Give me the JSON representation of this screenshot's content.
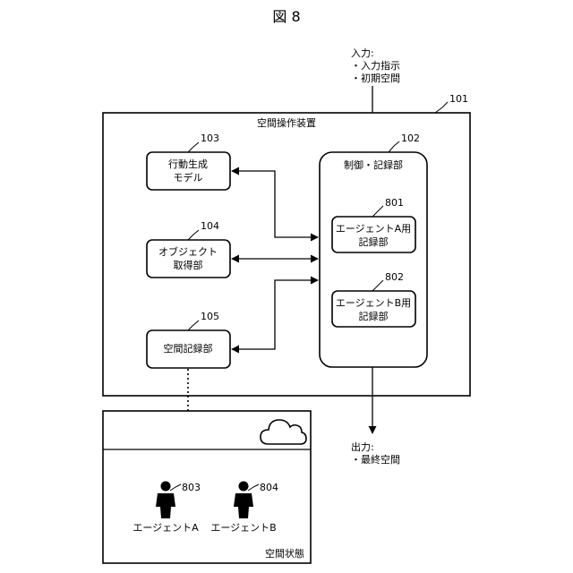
{
  "figure_title": "図 8",
  "input": {
    "label": "入力:",
    "items": [
      "・入力指示",
      "・初期空間"
    ]
  },
  "output": {
    "label": "出力:",
    "items": [
      "・最終空間"
    ]
  },
  "device": {
    "ref": "101",
    "title": "空間操作装置"
  },
  "controller": {
    "ref": "102",
    "title": "制御・記録部"
  },
  "recorder_a": {
    "ref": "801",
    "line1": "エージェントA用",
    "line2": "記録部"
  },
  "recorder_b": {
    "ref": "802",
    "line1": "エージェントB用",
    "line2": "記録部"
  },
  "behavior_model": {
    "ref": "103",
    "line1": "行動生成",
    "line2": "モデル"
  },
  "object_acquirer": {
    "ref": "104",
    "line1": "オブジェクト",
    "line2": "取得部"
  },
  "space_recorder": {
    "ref": "105",
    "label": "空間記録部"
  },
  "space_state": {
    "title": "空間状態",
    "cloud_icon": "cloud-icon",
    "agents": [
      {
        "ref": "803",
        "label": "エージェントA",
        "icon": "person-icon"
      },
      {
        "ref": "804",
        "label": "エージェントB",
        "icon": "person-icon"
      }
    ]
  }
}
